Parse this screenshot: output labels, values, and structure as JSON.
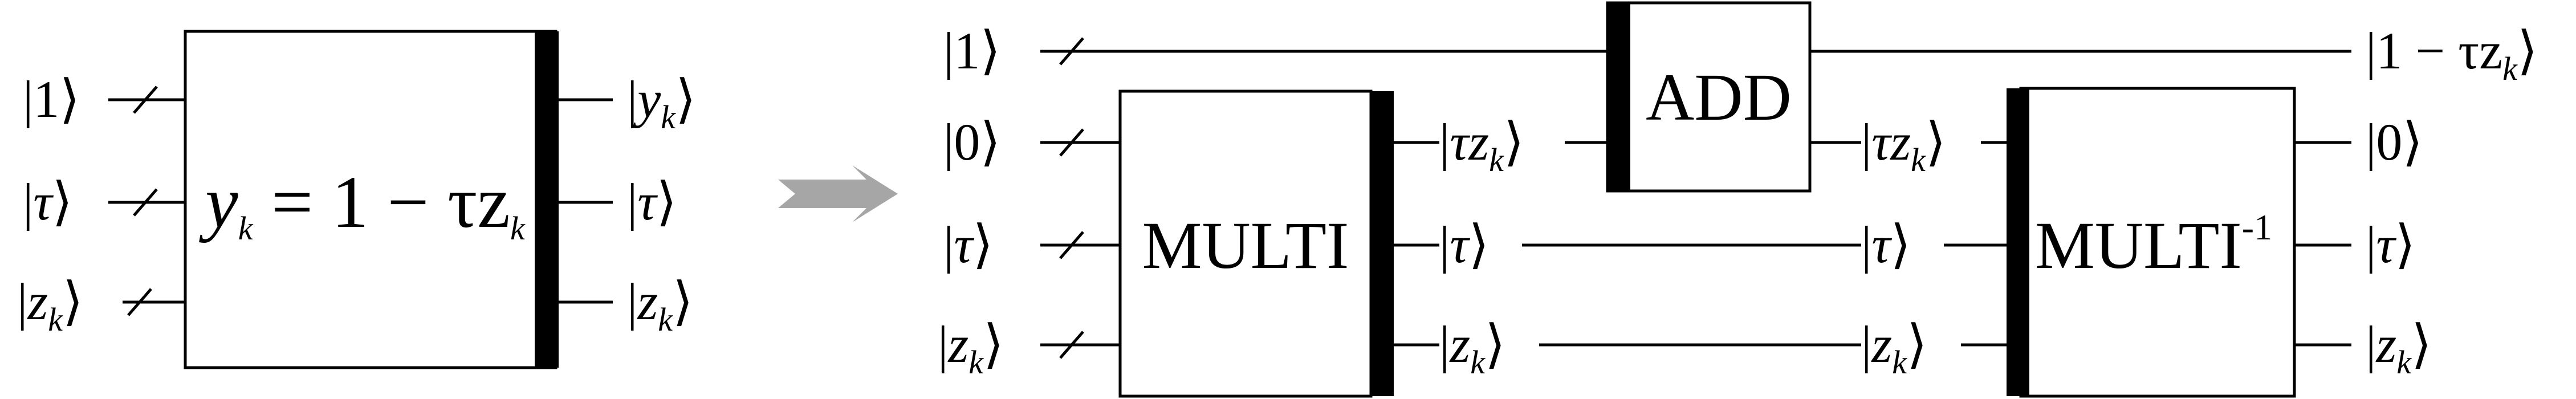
{
  "left_gate": {
    "inputs": [
      {
        "sym": "1",
        "sub": ""
      },
      {
        "sym": "τ",
        "sub": ""
      },
      {
        "sym": "z",
        "sub": "k"
      }
    ],
    "outputs": [
      {
        "sym": "y",
        "sub": "k"
      },
      {
        "sym": "τ",
        "sub": ""
      },
      {
        "sym": "z",
        "sub": "k"
      }
    ],
    "formula": {
      "lhs": "y",
      "lhs_sub": "k",
      "mid": " = 1 − τz",
      "rhs_sub": "k"
    }
  },
  "arrow_color": "#a6a6a6",
  "right_circuit": {
    "inputs": [
      {
        "sym": "1",
        "sub": ""
      },
      {
        "sym": "0",
        "sub": ""
      },
      {
        "sym": "τ",
        "sub": ""
      },
      {
        "sym": "z",
        "sub": "k"
      }
    ],
    "multi_label": "MULTI",
    "add_label": "ADD",
    "multi_inv_label": "MULTI",
    "multi_inv_sup": "-1",
    "mid_states": [
      {
        "sym": "τz",
        "sub": "k"
      },
      {
        "sym": "τ",
        "sub": ""
      },
      {
        "sym": "z",
        "sub": "k"
      }
    ],
    "after_add_state": {
      "sym": "τz",
      "sub": "k"
    },
    "pre_inv_states": [
      {
        "sym": "τ",
        "sub": ""
      },
      {
        "sym": "z",
        "sub": "k"
      }
    ],
    "outputs": [
      {
        "sym": "1 − τz",
        "sub": "k"
      },
      {
        "sym": "0",
        "sub": ""
      },
      {
        "sym": "τ",
        "sub": ""
      },
      {
        "sym": "z",
        "sub": "k"
      }
    ]
  }
}
